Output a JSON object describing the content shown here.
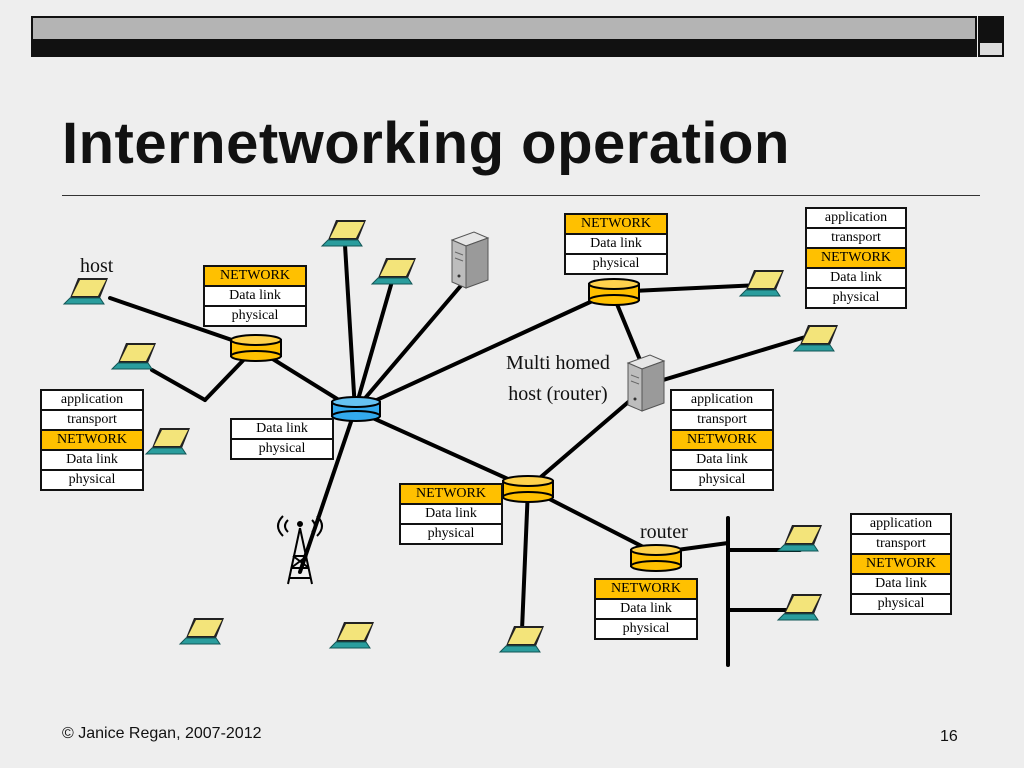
{
  "slide": {
    "title": "Internetworking operation",
    "footer_copyright": "© Janice Regan, 2007-2012",
    "page_number": "16"
  },
  "labels": {
    "host": "host",
    "multi_homed_1": "Multi homed",
    "multi_homed_2": "host (router)",
    "router": "router"
  },
  "stacks": {
    "host_left": [
      "application",
      "transport",
      "NETWORK",
      "Data link",
      "physical"
    ],
    "router_left": [
      "NETWORK",
      "Data link",
      "physical"
    ],
    "bridge_center": [
      "Data link",
      "physical"
    ],
    "router_top": [
      "NETWORK",
      "Data link",
      "physical"
    ],
    "host_top_right": [
      "application",
      "transport",
      "NETWORK",
      "Data link",
      "physical"
    ],
    "host_multihomed": [
      "application",
      "transport",
      "NETWORK",
      "Data link",
      "physical"
    ],
    "router_bottom_center": [
      "NETWORK",
      "Data link",
      "physical"
    ],
    "router_bottom_right": [
      "NETWORK",
      "Data link",
      "physical"
    ],
    "host_bottom_right": [
      "application",
      "transport",
      "NETWORK",
      "Data link",
      "physical"
    ]
  },
  "colors": {
    "network_layer": "#ffc000",
    "router_device": "#ffc000",
    "bridge_device": "#33aaee",
    "laptop_screen": "#f3e47a",
    "laptop_base": "#2a9d9d"
  }
}
